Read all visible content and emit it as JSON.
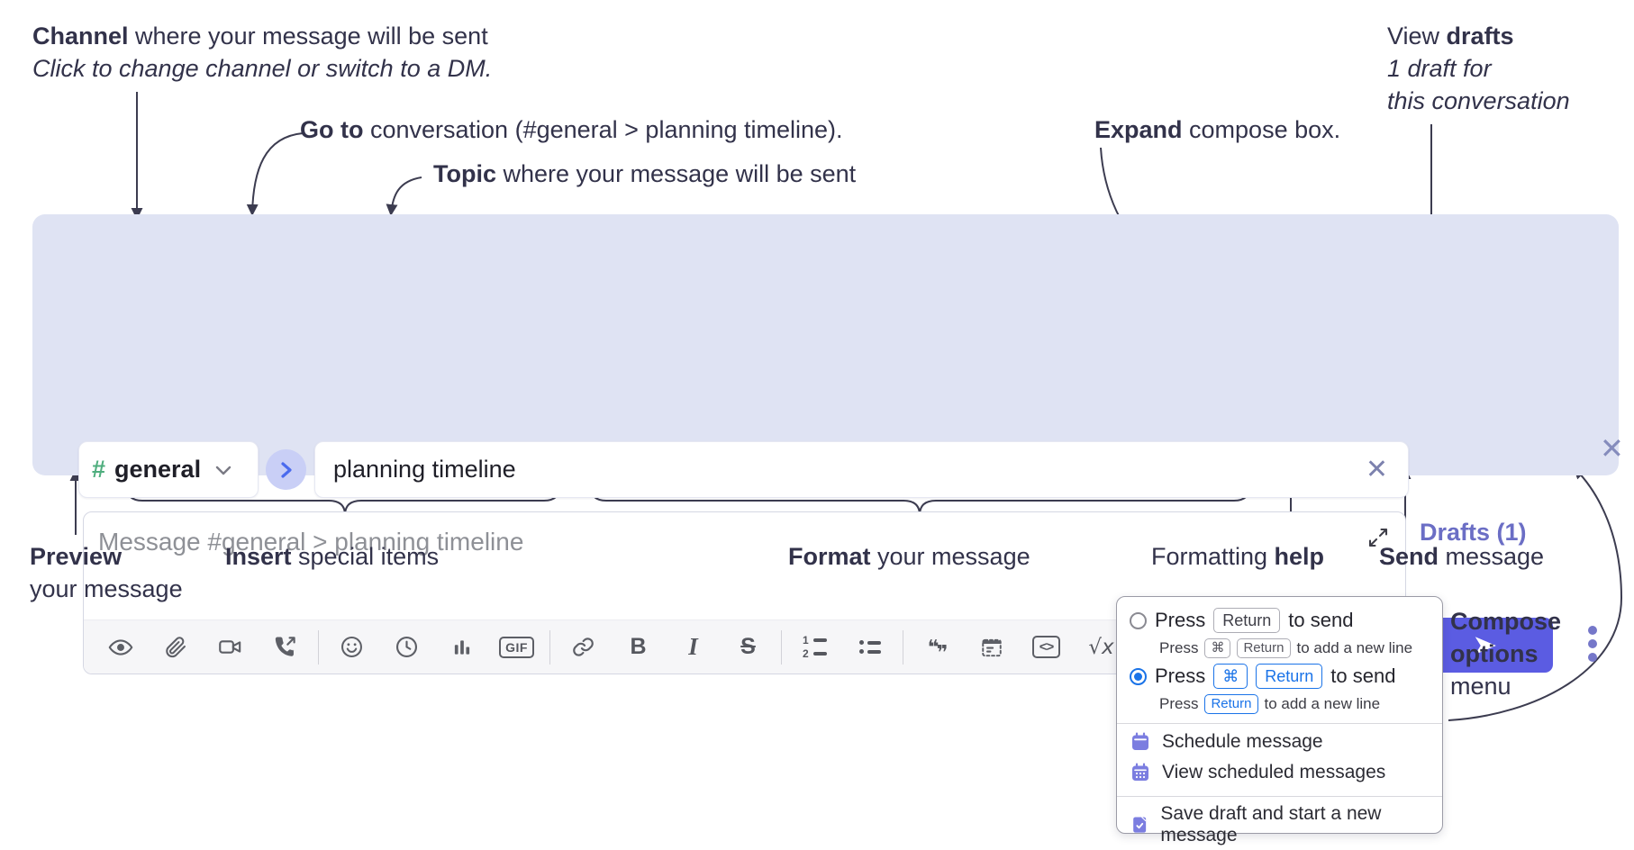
{
  "colors": {
    "composer_bg": "#dfe3f3",
    "send_button": "#5b5ce2",
    "drafts_link": "#6b6ec5",
    "channel_hash_green": "#4fae7e",
    "goto_chevron_blue": "#4b6bee",
    "keycap_blue": "#1a73e8",
    "menu_icon_purple": "#7b7de0"
  },
  "annotations": {
    "channel": {
      "bold": "Channel",
      "rest": " where your message will be sent",
      "sub": "Click to change channel or switch to a DM."
    },
    "goto": {
      "bold": "Go to",
      "rest": " conversation (#general > planning timeline)."
    },
    "topic": {
      "bold": "Topic",
      "rest": " where your message will be sent"
    },
    "expand": {
      "bold": "Expand",
      "rest": " compose box."
    },
    "view_drafts": {
      "pre": "View ",
      "bold": "drafts",
      "line2": "1 draft for",
      "line3": "this conversation"
    },
    "preview": {
      "bold": "Preview",
      "line2": "your message"
    },
    "insert": {
      "bold": "Insert",
      "rest": " special items"
    },
    "format": {
      "bold": "Format",
      "rest": " your message"
    },
    "help": {
      "pre": "Formatting ",
      "bold": "help"
    },
    "send": {
      "bold": "Send",
      "rest": " message"
    },
    "compose_options": {
      "bold1": "Compose",
      "bold2": "options",
      "line3": "menu"
    }
  },
  "composer": {
    "channel_hash": "#",
    "channel_name": "general",
    "topic_value": "planning timeline",
    "message_placeholder": "Message #general > planning timeline",
    "drafts_link": "Drafts (1)"
  },
  "toolbar": {
    "gif": "GIF",
    "bold": "B",
    "italic": "I",
    "strike": "S",
    "ol1": "1",
    "ol2": "2",
    "quote_open": "❝",
    "quote_close": "❞",
    "code": "<>",
    "formula": "√x",
    "help": "?"
  },
  "popup": {
    "option1": {
      "press": "Press",
      "key": "Return",
      "after": "to send",
      "sub_press": "Press",
      "sub_key1": "⌘",
      "sub_key2": "Return",
      "sub_after": "to add a new line"
    },
    "option2": {
      "press": "Press",
      "key1": "⌘",
      "key2": "Return",
      "after": "to send",
      "sub_press": "Press",
      "sub_key": "Return",
      "sub_after": "to add a new line"
    },
    "items": [
      {
        "label": "Schedule message"
      },
      {
        "label": "View scheduled messages"
      },
      {
        "label": "Save draft and start a new message"
      }
    ]
  }
}
